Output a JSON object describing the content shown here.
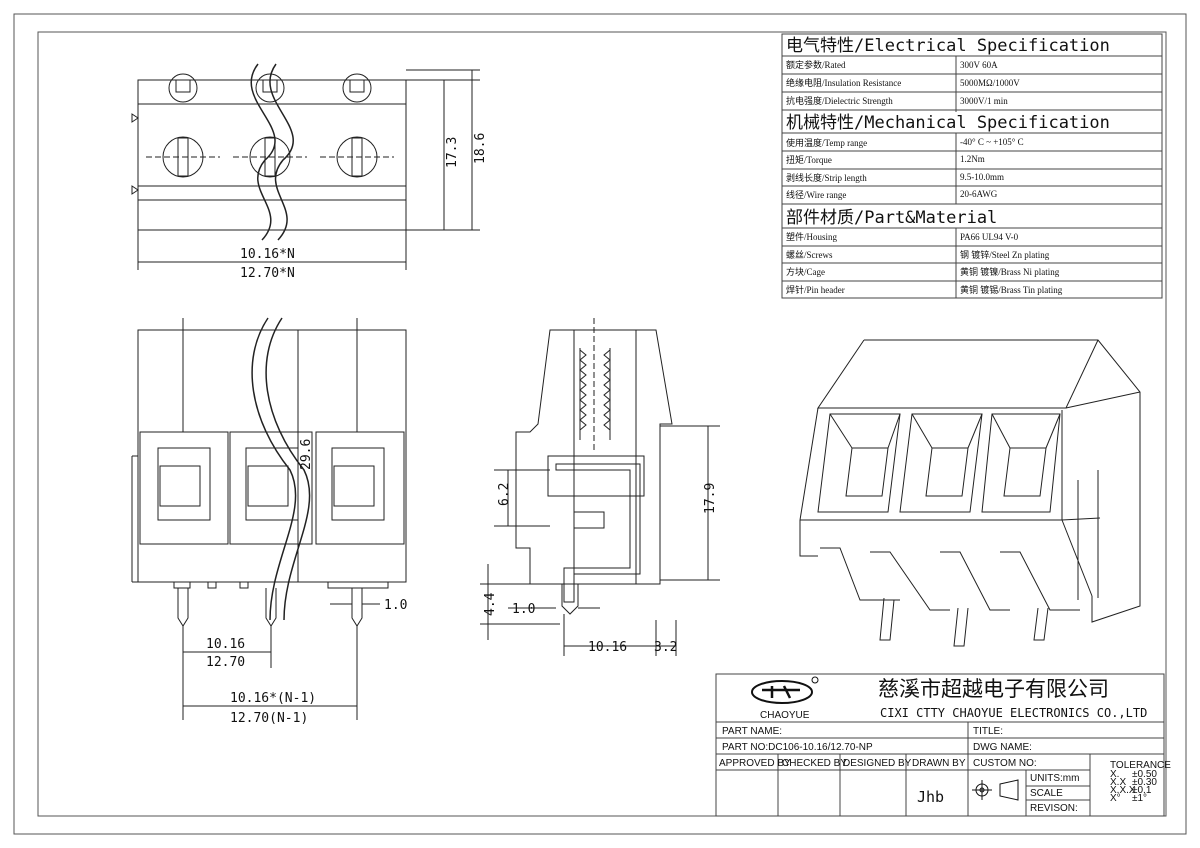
{
  "spec": {
    "electrical_title": "电气特性/Electrical Specification",
    "electrical_rows": [
      {
        "label": "额定参数/Rated",
        "value": "300V 60A"
      },
      {
        "label": "绝缘电阻/Insulation Resistance",
        "value": "5000MΩ/1000V"
      },
      {
        "label": "抗电强度/Dielectric Strength",
        "value": "3000V/1 min"
      }
    ],
    "mechanical_title": "机械特性/Mechanical Specification",
    "mechanical_rows": [
      {
        "label": "使用温度/Temp range",
        "value": "-40° C ~ +105° C"
      },
      {
        "label": "扭矩/Torque",
        "value": "1.2Nm"
      },
      {
        "label": "剥线长度/Strip length",
        "value": "9.5-10.0mm"
      },
      {
        "label": "线径/Wire range",
        "value": "20-6AWG"
      }
    ],
    "material_title": "部件材质/Part&Material",
    "material_rows": [
      {
        "label": "塑件/Housing",
        "value": "PA66 UL94 V-0"
      },
      {
        "label": "螺丝/Screws",
        "value": "钢 镀锌/Steel Zn plating"
      },
      {
        "label": "方块/Cage",
        "value": "黄铜 镀镍/Brass Ni plating"
      },
      {
        "label": "焊针/Pin header",
        "value": "黄铜 镀锡/Brass Tin plating"
      }
    ]
  },
  "dims": {
    "top_h1": "17.3",
    "top_h2": "18.6",
    "top_w1": "10.16*N",
    "top_w2": "12.70*N",
    "front_h": "29.6",
    "pin_w": "1.0",
    "pitch1": "10.16",
    "pitch2": "12.70",
    "total1": "10.16*(N-1)",
    "total2": "12.70(N-1)",
    "side_h1": "6.2",
    "side_h2": "17.9",
    "side_pin_len": "4.4",
    "side_pin_w": "1.0",
    "side_w1": "10.16",
    "side_w2": "3.2"
  },
  "title_block": {
    "logo_label": "CHAOYUE",
    "company_cn": "慈溪市超越电子有限公司",
    "company_en": "CIXI CTTY CHAOYUE ELECTRONICS CO.,LTD",
    "part_name_label": "PART NAME:",
    "title_label": "TITLE:",
    "part_no_label": "PART NO:DC106-10.16/12.70-NP",
    "dwg_name_label": "DWG NAME:",
    "approved_by": "APPROVED BY",
    "checked_by": "CHECKED BY",
    "designed_by": "DESIGNED BY",
    "drawn_by": "DRAWN BY",
    "drawn_by_value": "Jhb",
    "custom_no": "CUSTOM NO:",
    "units": "UNITS:mm",
    "scale": "SCALE",
    "revision": "REVISON:",
    "tolerance_title": "TOLERANCE",
    "tolerance_rows": [
      {
        "k": "X.",
        "v": "±0.50"
      },
      {
        "k": "X.X",
        "v": "±0.30"
      },
      {
        "k": "X.X.X",
        "v": "±0.1"
      },
      {
        "k": "X°",
        "v": "±1°"
      }
    ]
  },
  "colors": {
    "line": "#222222",
    "border": "#444444"
  }
}
